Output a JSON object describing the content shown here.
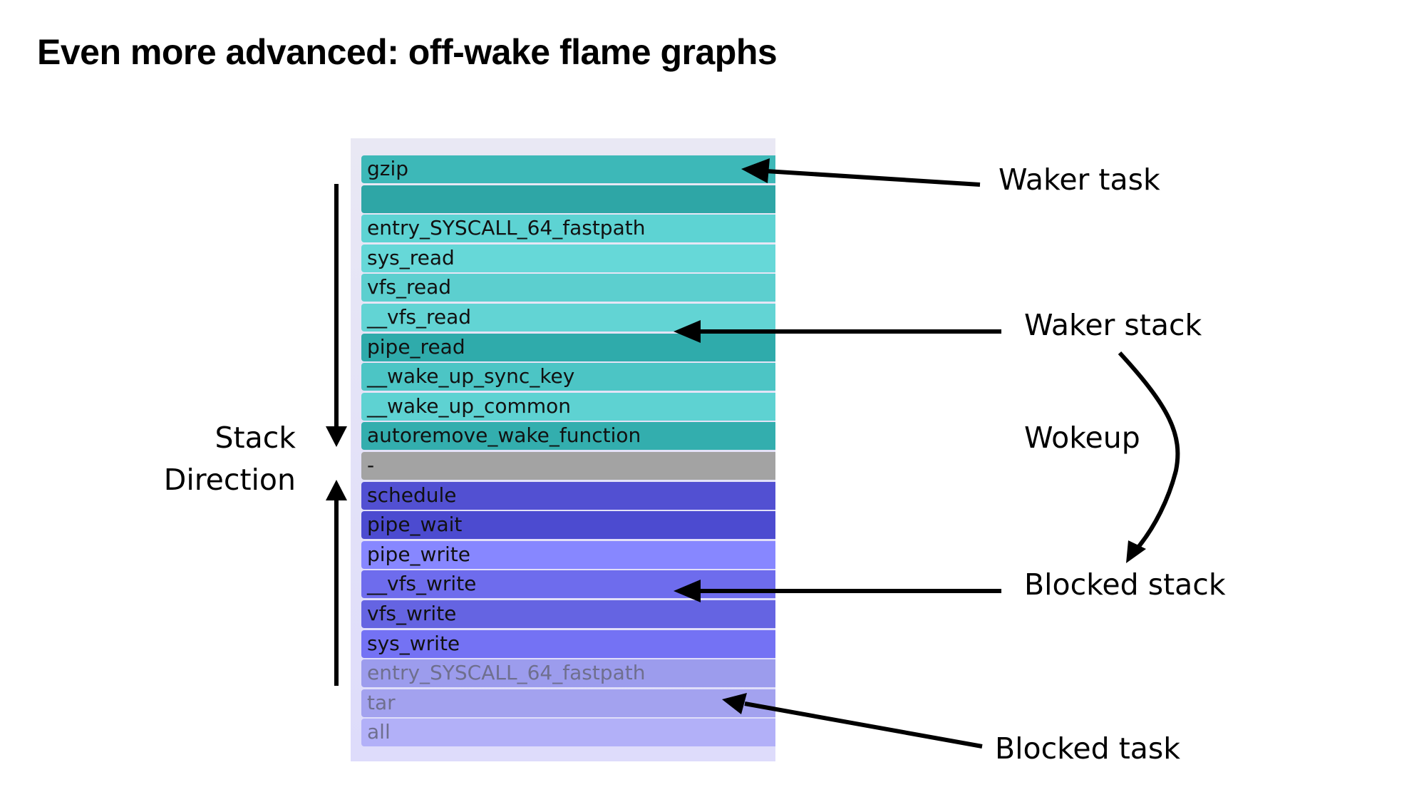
{
  "title": "Even more advanced: off-wake flame graphs",
  "flame_graph": {
    "frames": [
      {
        "label": "gzip",
        "color": "#3db8b8",
        "section": "waker"
      },
      {
        "label": "",
        "color": "#2ea6a6",
        "section": "waker"
      },
      {
        "label": "entry_SYSCALL_64_fastpath",
        "color": "#5dd3d3",
        "section": "waker"
      },
      {
        "label": "sys_read",
        "color": "#66d8d8",
        "section": "waker"
      },
      {
        "label": "vfs_read",
        "color": "#5ccfcf",
        "section": "waker"
      },
      {
        "label": "__vfs_read",
        "color": "#62d4d4",
        "section": "waker"
      },
      {
        "label": "pipe_read",
        "color": "#2fabab",
        "section": "waker"
      },
      {
        "label": "__wake_up_sync_key",
        "color": "#4cc5c5",
        "section": "waker"
      },
      {
        "label": "__wake_up_common",
        "color": "#5ed2d2",
        "section": "waker"
      },
      {
        "label": "autoremove_wake_function",
        "color": "#33aeae",
        "section": "waker"
      },
      {
        "label": "-",
        "color": "#a3a3a3",
        "section": "separator"
      },
      {
        "label": "schedule",
        "color": "#5250d2",
        "section": "blocked"
      },
      {
        "label": "pipe_wait",
        "color": "#4c4bd0",
        "section": "blocked"
      },
      {
        "label": "pipe_write",
        "color": "#8787ff",
        "section": "blocked"
      },
      {
        "label": "__vfs_write",
        "color": "#6e6ced",
        "section": "blocked"
      },
      {
        "label": "vfs_write",
        "color": "#6564e2",
        "section": "blocked"
      },
      {
        "label": "sys_write",
        "color": "#7472f4",
        "section": "blocked"
      },
      {
        "label": "entry_SYSCALL_64_fastpath",
        "color": "#9c9ced",
        "section": "blocked",
        "faded": true
      },
      {
        "label": "tar",
        "color": "#a3a2ef",
        "section": "blocked",
        "faded": true
      },
      {
        "label": "all",
        "color": "#b2b0f8",
        "section": "blocked",
        "faded": true
      }
    ]
  },
  "annotations": {
    "waker_task": "Waker task",
    "waker_stack": "Waker stack",
    "wokeup": "Wokeup",
    "blocked_stack": "Blocked stack",
    "blocked_task": "Blocked task",
    "stack_direction_line1": "Stack",
    "stack_direction_line2": "Direction"
  }
}
